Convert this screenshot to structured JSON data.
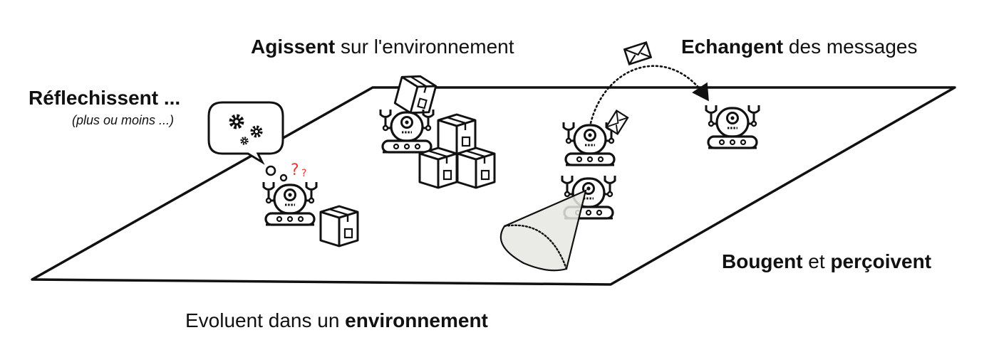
{
  "labels": {
    "think": {
      "bold": "Réflechissent ...",
      "sub": "(plus ou moins ...)"
    },
    "act": {
      "bold": "Agissent",
      "rest": " sur l'environnement"
    },
    "exchange": {
      "bold": "Echangent",
      "rest": " des messages"
    },
    "move": {
      "bold1": "Bougent",
      "mid": " et ",
      "bold2": "perçoivent"
    },
    "env": {
      "pre": "Evoluent dans un ",
      "bold": "environnement"
    }
  },
  "glyphs": {
    "question_big": "?",
    "question_small": "?"
  },
  "colors": {
    "stroke": "#111111",
    "question": "#e53935",
    "cone": "#e6e6e2",
    "white": "#ffffff"
  },
  "icons": [
    "gears-icon",
    "robot-icon",
    "box-icon",
    "envelope-icon",
    "vision-cone-icon",
    "thought-bubble-icon",
    "arrow-icon"
  ]
}
